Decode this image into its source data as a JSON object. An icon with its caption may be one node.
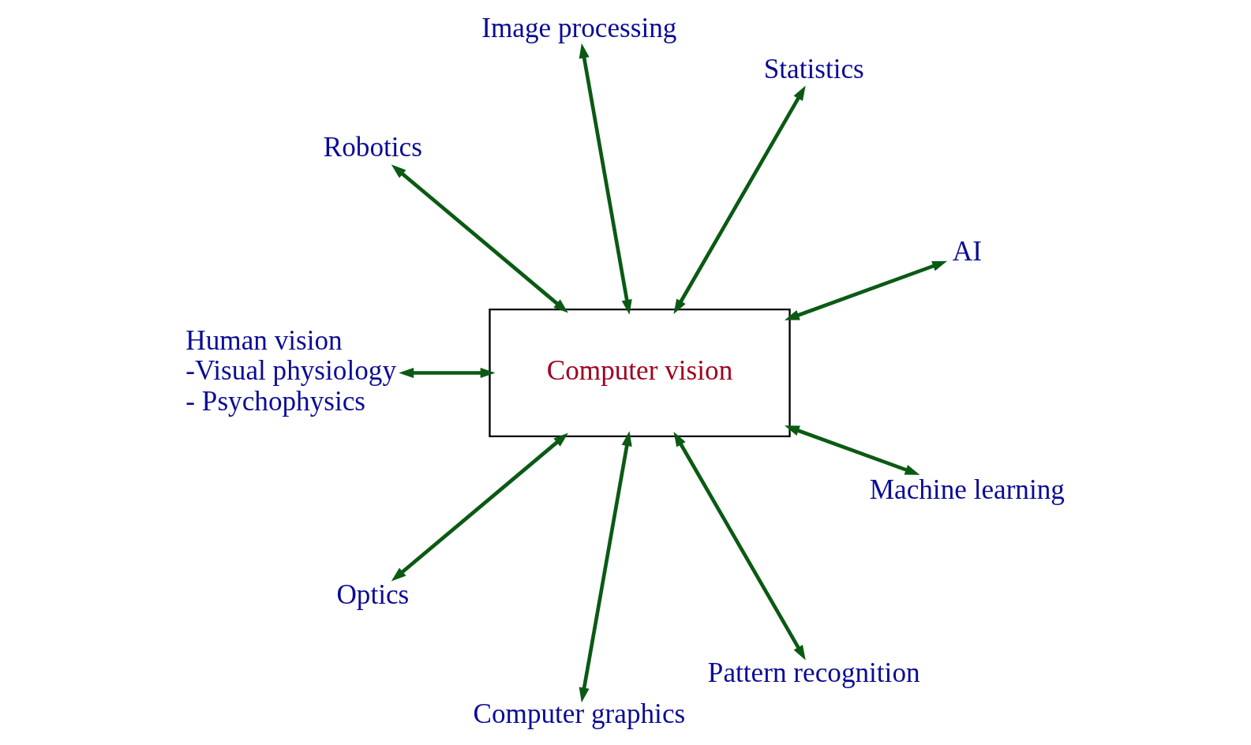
{
  "diagram": {
    "nodes": [
      {
        "text": [
          "AI"
        ]
      },
      {
        "text": [
          "Statistics"
        ]
      },
      {
        "text": [
          "Image processing"
        ]
      },
      {
        "text": [
          "Robotics"
        ]
      },
      {
        "text": [
          "Computer vision"
        ]
      },
      {
        "text": [
          "Human vision",
          "-Visual physiology",
          "- Psychophysics"
        ]
      },
      {
        "text": [
          "Optics"
        ]
      },
      {
        "text": [
          "Computer graphics"
        ]
      },
      {
        "text": [
          "Pattern recognition"
        ]
      },
      {
        "text": [
          "Machine learning"
        ]
      }
    ],
    "edges": [
      {
        "from": 4,
        "to": 0,
        "arrow": "both"
      },
      {
        "from": 4,
        "to": 1,
        "arrow": "both"
      },
      {
        "from": 4,
        "to": 3,
        "arrow": "both"
      },
      {
        "from": 4,
        "to": 6,
        "arrow": "both"
      },
      {
        "from": 4,
        "to": 8,
        "arrow": "both"
      },
      {
        "from": 4,
        "to": 9,
        "arrow": "both"
      },
      {
        "from": 4,
        "to": 7,
        "arrow": "both"
      },
      {
        "from": 4,
        "to": 5,
        "arrow": "both"
      },
      {
        "from": 4,
        "to": 2,
        "arrow": "both"
      }
    ]
  }
}
